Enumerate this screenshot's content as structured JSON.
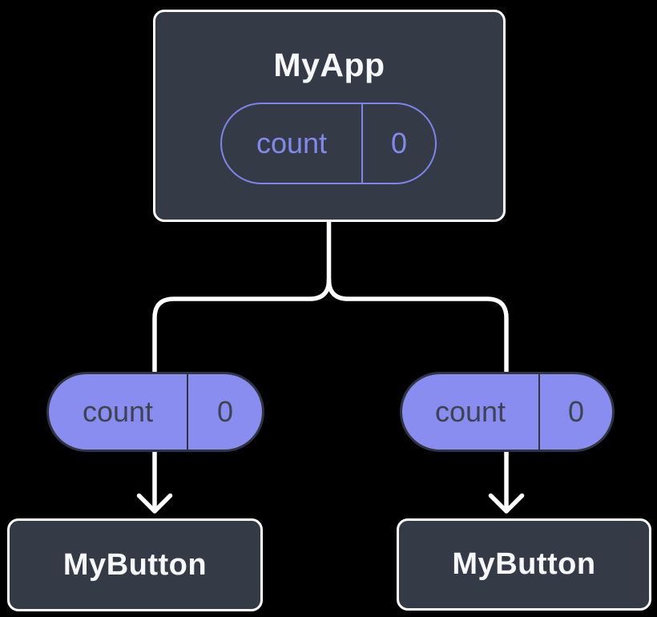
{
  "diagram": {
    "description": "React component tree showing state passed down as props",
    "root": {
      "title": "MyApp",
      "state": {
        "name": "count",
        "value": "0"
      }
    },
    "children": [
      {
        "title": "MyButton",
        "prop": {
          "name": "count",
          "value": "0"
        }
      },
      {
        "title": "MyButton",
        "prop": {
          "name": "count",
          "value": "0"
        }
      }
    ],
    "colors": {
      "background": "#000000",
      "node_fill": "#343b47",
      "node_border": "#ffffff",
      "node_text": "#f7f8fa",
      "state_pill_outline": "#7e84e9",
      "state_pill_text": "#8288ec",
      "prop_pill_fill": "#8a8df0",
      "prop_pill_border": "#2f3540",
      "prop_pill_text": "#3d4450",
      "connector": "#ffffff"
    }
  }
}
